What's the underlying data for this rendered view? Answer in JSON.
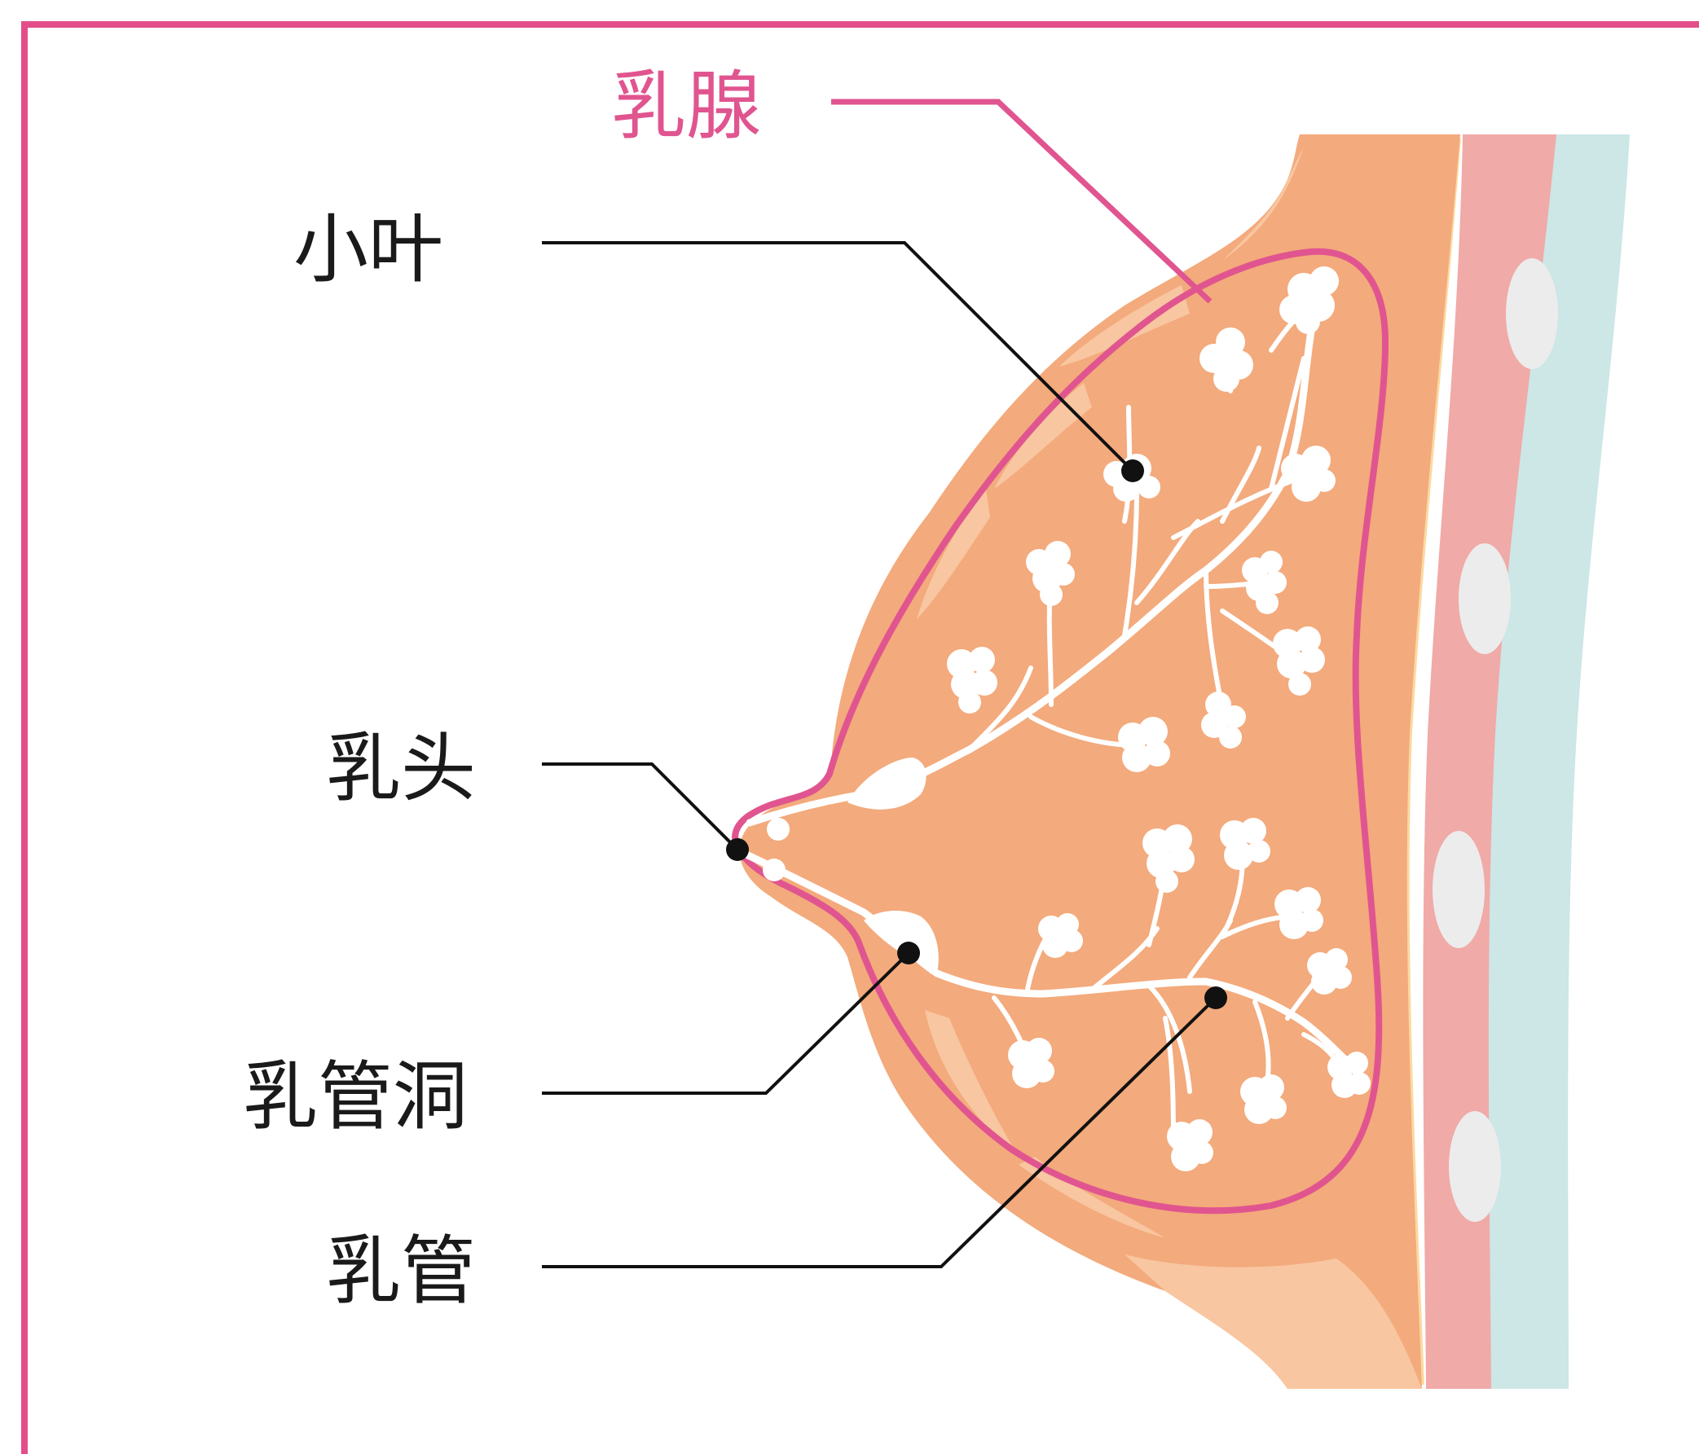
{
  "labels": {
    "gland": "乳腺",
    "lobule": "小叶",
    "nipple": "乳头",
    "sinus": "乳管洞",
    "duct": "乳管"
  },
  "colors": {
    "frame": "#e34d8a",
    "accent": "#e0558f",
    "tissue": "#f3aa7c",
    "tissue_light": "#f8c6a0",
    "muscle": "#f0aaa8",
    "fascia": "#fbd9a0",
    "rib_layer": "#cde6e6",
    "rib": "#ececec",
    "lobule": "#ffffff",
    "leader": "#111111"
  }
}
